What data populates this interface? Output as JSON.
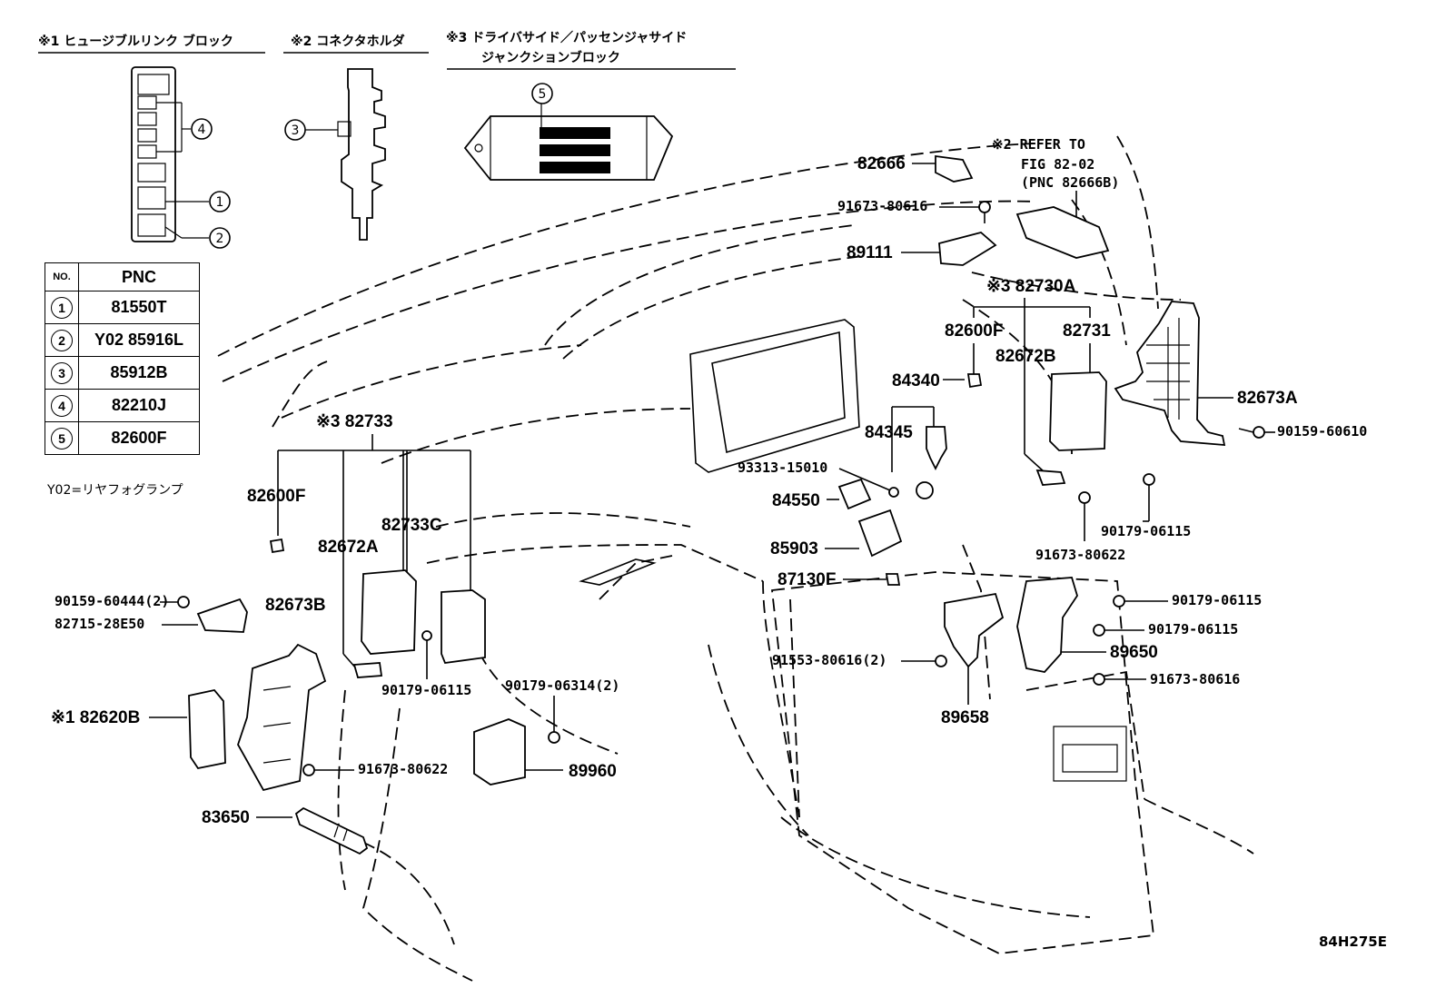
{
  "headers": {
    "fusible_link_block": "※1 ヒュージブルリンク ブロック",
    "connector_holder": "※2 コネクタホルダ",
    "junction_block_line1": "※3 ドライバサイド／パッセンジャサイド",
    "junction_block_line2": "ジャンクションブロック"
  },
  "callout_numbers": [
    "1",
    "2",
    "3",
    "4",
    "5"
  ],
  "pnc_table": {
    "col_no": "NO.",
    "col_pnc": "PNC",
    "rows": [
      {
        "no": "1",
        "pnc": "81550T"
      },
      {
        "no": "2",
        "pnc": "Y02 85916L"
      },
      {
        "no": "3",
        "pnc": "85912B"
      },
      {
        "no": "4",
        "pnc": "82210J"
      },
      {
        "no": "5",
        "pnc": "82600F"
      }
    ]
  },
  "legend_note": "Y02=リヤフォグランプ",
  "refer_note": {
    "line1": "※2 REFER TO",
    "line2": "FIG 82-02",
    "line3": "(PNC 82666B)"
  },
  "part_labels": {
    "p82666": "82666",
    "p91673_80616_top": "91673-80616",
    "p89111": "89111",
    "p82730A": "※3 82730A",
    "p82600F_right": "82600F",
    "p82731": "82731",
    "p82672B": "82672B",
    "p84340": "84340",
    "p82673A": "82673A",
    "p90159_60610": "90159-60610",
    "p84345": "84345",
    "p93313_15010": "93313-15010",
    "p84550": "84550",
    "p90179_06115_a": "90179-06115",
    "p91673_80622_right": "91673-80622",
    "p85903": "85903",
    "p87130F": "87130F",
    "p90179_06115_b": "90179-06115",
    "p90179_06115_c": "90179-06115",
    "p89650": "89650",
    "p91553_80616": "91553-80616(2)",
    "p91673_80616_bottom": "91673-80616",
    "p89658": "89658",
    "p82733": "※3 82733",
    "p82600F_left": "82600F",
    "p82733C": "82733C",
    "p82672A": "82672A",
    "p90159_60444": "90159-60444(2)",
    "p82715_28E50": "82715-28E50",
    "p82673B": "82673B",
    "p90179_06115_left": "90179-06115",
    "p90179_06314": "90179-06314(2)",
    "p82620B": "※1 82620B",
    "p91673_80622_left": "91673-80622",
    "p89960": "89960",
    "p83650": "83650"
  },
  "figure_code": "84H275E"
}
